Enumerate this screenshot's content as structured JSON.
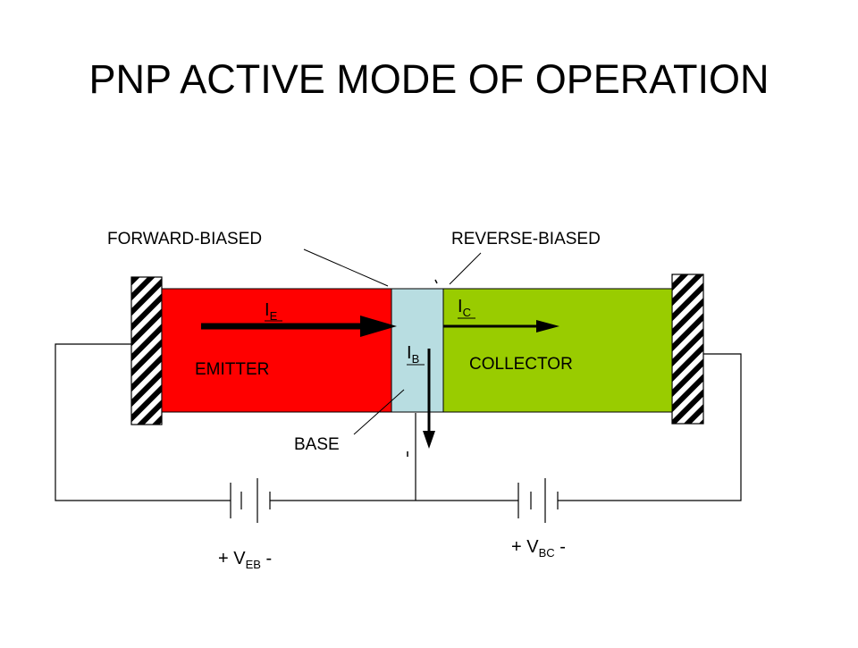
{
  "title": "PNP ACTIVE MODE OF OPERATION",
  "labels": {
    "forward_biased": "FORWARD-BIASED",
    "reverse_biased": "REVERSE-BIASED",
    "emitter": "EMITTER",
    "collector": "COLLECTOR",
    "base": "BASE"
  },
  "currents": {
    "ie": {
      "symbol": "I",
      "sub": "E"
    },
    "ic": {
      "symbol": "I",
      "sub": "C"
    },
    "ib": {
      "symbol": "I",
      "sub": "B"
    }
  },
  "batteries": {
    "veb": {
      "prefix": "+ V",
      "sub": "EB",
      "suffix": " -"
    },
    "vbc": {
      "prefix": "+ V",
      "sub": "BC",
      "suffix": " -"
    }
  },
  "colors": {
    "emitter": "#ff0000",
    "base": "#b8dde1",
    "collector": "#99cc00",
    "line": "#000000"
  }
}
